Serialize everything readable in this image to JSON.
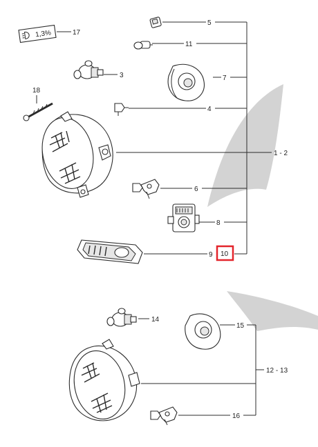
{
  "callouts": {
    "c1_2": "1 - 2",
    "c3": "3",
    "c4": "4",
    "c5": "5",
    "c6": "6",
    "c7": "7",
    "c8": "8",
    "c9": "9",
    "c10": "10",
    "c11": "11",
    "c12_13": "12 - 13",
    "c14": "14",
    "c15": "15",
    "c16": "16",
    "c17": "17",
    "c18": "18"
  },
  "aim_label": "1,3%",
  "colors": {
    "line": "#2b2b2b",
    "watermark": "#c8c8c8",
    "highlight": "#e3242b"
  }
}
